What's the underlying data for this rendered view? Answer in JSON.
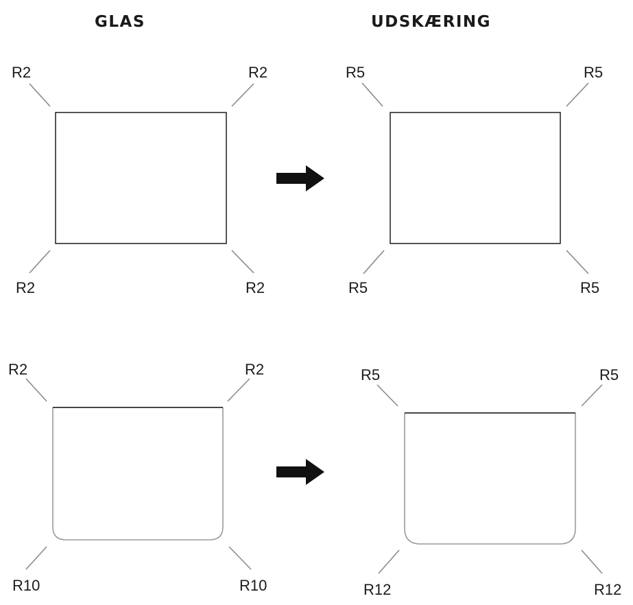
{
  "headings": {
    "left": "GLAS",
    "right": "UDSKÆRING"
  },
  "panels": {
    "glass_top": {
      "top_left": "R2",
      "top_right": "R2",
      "bottom_left": "R2",
      "bottom_right": "R2"
    },
    "cutout_top": {
      "top_left": "R5",
      "top_right": "R5",
      "bottom_left": "R5",
      "bottom_right": "R5"
    },
    "glass_bottom": {
      "top_left": "R2",
      "top_right": "R2",
      "bottom_left": "R10",
      "bottom_right": "R10"
    },
    "cutout_bottom": {
      "top_left": "R5",
      "top_right": "R5",
      "bottom_left": "R12",
      "bottom_right": "R12"
    }
  },
  "icons": {
    "arrow": "arrow-right-icon"
  },
  "colors": {
    "ink": "#1a1a1a",
    "leader": "#8a8a8a",
    "arrow": "#111111"
  }
}
